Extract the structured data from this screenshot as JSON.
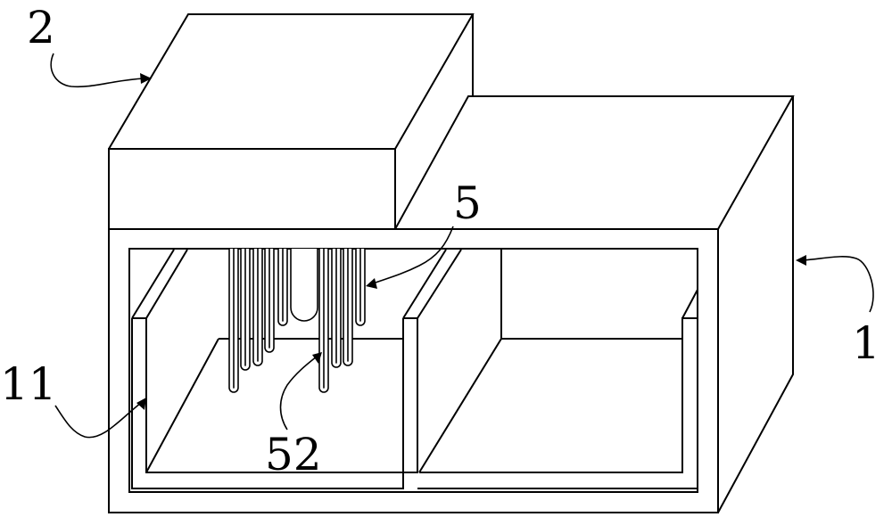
{
  "labels": {
    "device_top": "2",
    "heater": "5",
    "body": "1",
    "tank": "11",
    "tube": "52"
  },
  "colors": {
    "line": "#000000",
    "background": "#ffffff"
  }
}
